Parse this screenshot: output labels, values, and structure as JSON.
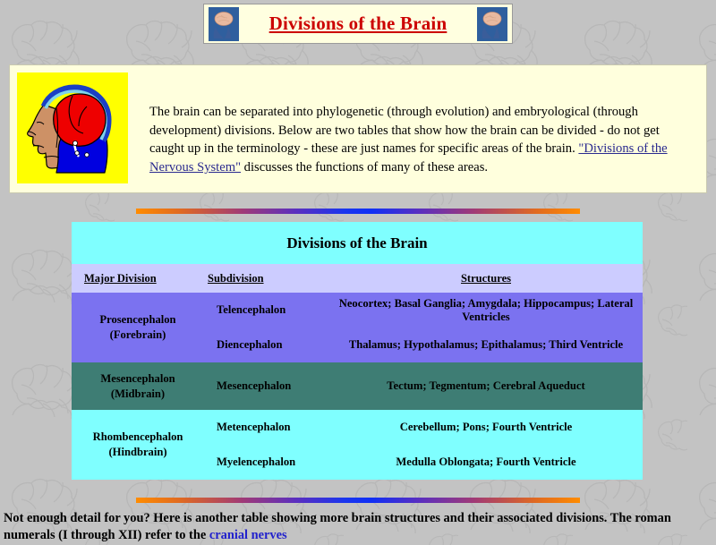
{
  "header": {
    "title": "Divisions of the Brain",
    "left_icon": "brain-head-icon",
    "right_icon": "brain-head-icon"
  },
  "intro": {
    "illustration_alt": "head-profile-brain-illustration",
    "text_part1": "The brain can be separated into phylogenetic (through evolution) and embryological (through development) divisions. Below are two tables that show how the brain can be divided - do not get caught up in the terminology - these are just names for specific areas of the brain. ",
    "link_text": "\"Divisions of the Nervous System\"",
    "text_part2": " discusses the functions of many of these areas."
  },
  "dividers": {
    "gradient_start": "#ff8c00",
    "gradient_mid": "#1a36ee",
    "gradient_end": "#ff8c00"
  },
  "table": {
    "title": "Divisions of the Brain",
    "columns": [
      "Major Division",
      "Subdivision",
      "Structures"
    ],
    "rows": [
      {
        "major": "Prosencephalon",
        "major_alt": "(Forebrain)",
        "bg": "#7b72f0",
        "subrows": [
          {
            "subdivision": "Telencephalon",
            "structures": "Neocortex; Basal Ganglia; Amygdala; Hippocampus; Lateral Ventricles"
          },
          {
            "subdivision": "Diencephalon",
            "structures": "Thalamus; Hypothalamus; Epithalamus; Third Ventricle"
          }
        ]
      },
      {
        "major": "Mesencephalon",
        "major_alt": "(Midbrain)",
        "bg": "#3e7d74",
        "subrows": [
          {
            "subdivision": "Mesencephalon",
            "structures": "Tectum; Tegmentum; Cerebral Aqueduct"
          }
        ]
      },
      {
        "major": "Rhombencephalon",
        "major_alt": "(Hindbrain)",
        "bg": "#7fffff",
        "subrows": [
          {
            "subdivision": "Metencephalon",
            "structures": "Cerebellum; Pons; Fourth Ventricle"
          },
          {
            "subdivision": "Myelencephalon",
            "structures": "Medulla Oblongata; Fourth Ventricle"
          }
        ]
      }
    ]
  },
  "footer": {
    "text_part1": "Not enough detail for you? Here is another table showing more brain structures and their associated divisions. The roman numerals (I through XII) refer to the ",
    "link_text": "cranial nerves"
  },
  "colors": {
    "page_background": "#c3c3c3",
    "panel_background": "#ffffdd",
    "table_title_bg": "#7fffff",
    "table_header_bg": "#ccccff",
    "title_text": "#cc0000",
    "link": "#2a2a8f"
  }
}
